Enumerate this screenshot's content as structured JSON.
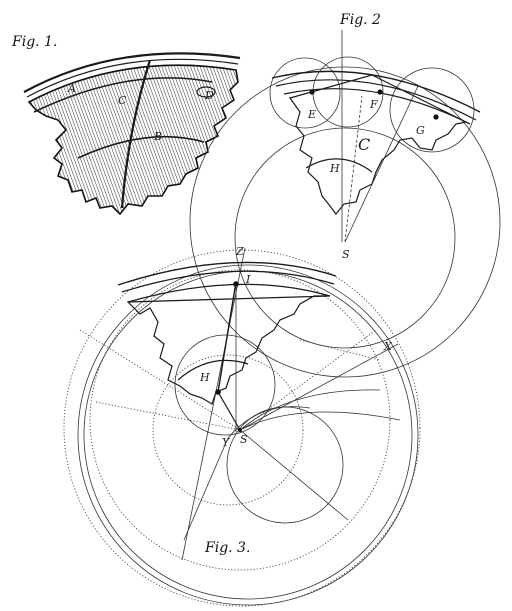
{
  "figures": {
    "fig1": {
      "title": "Fig. 1.",
      "labels": {
        "a": "A",
        "b": "B",
        "c": "C",
        "d": "D"
      }
    },
    "fig2": {
      "title": "Fig. 2",
      "labels": {
        "e": "E",
        "f": "F",
        "g": "G",
        "c": "C",
        "h": "H",
        "s": "S"
      }
    },
    "fig3": {
      "title": "Fig. 3.",
      "labels": {
        "z": "Z",
        "i": "I",
        "h": "H",
        "s": "S",
        "x": "X",
        "y": "Y"
      }
    }
  }
}
